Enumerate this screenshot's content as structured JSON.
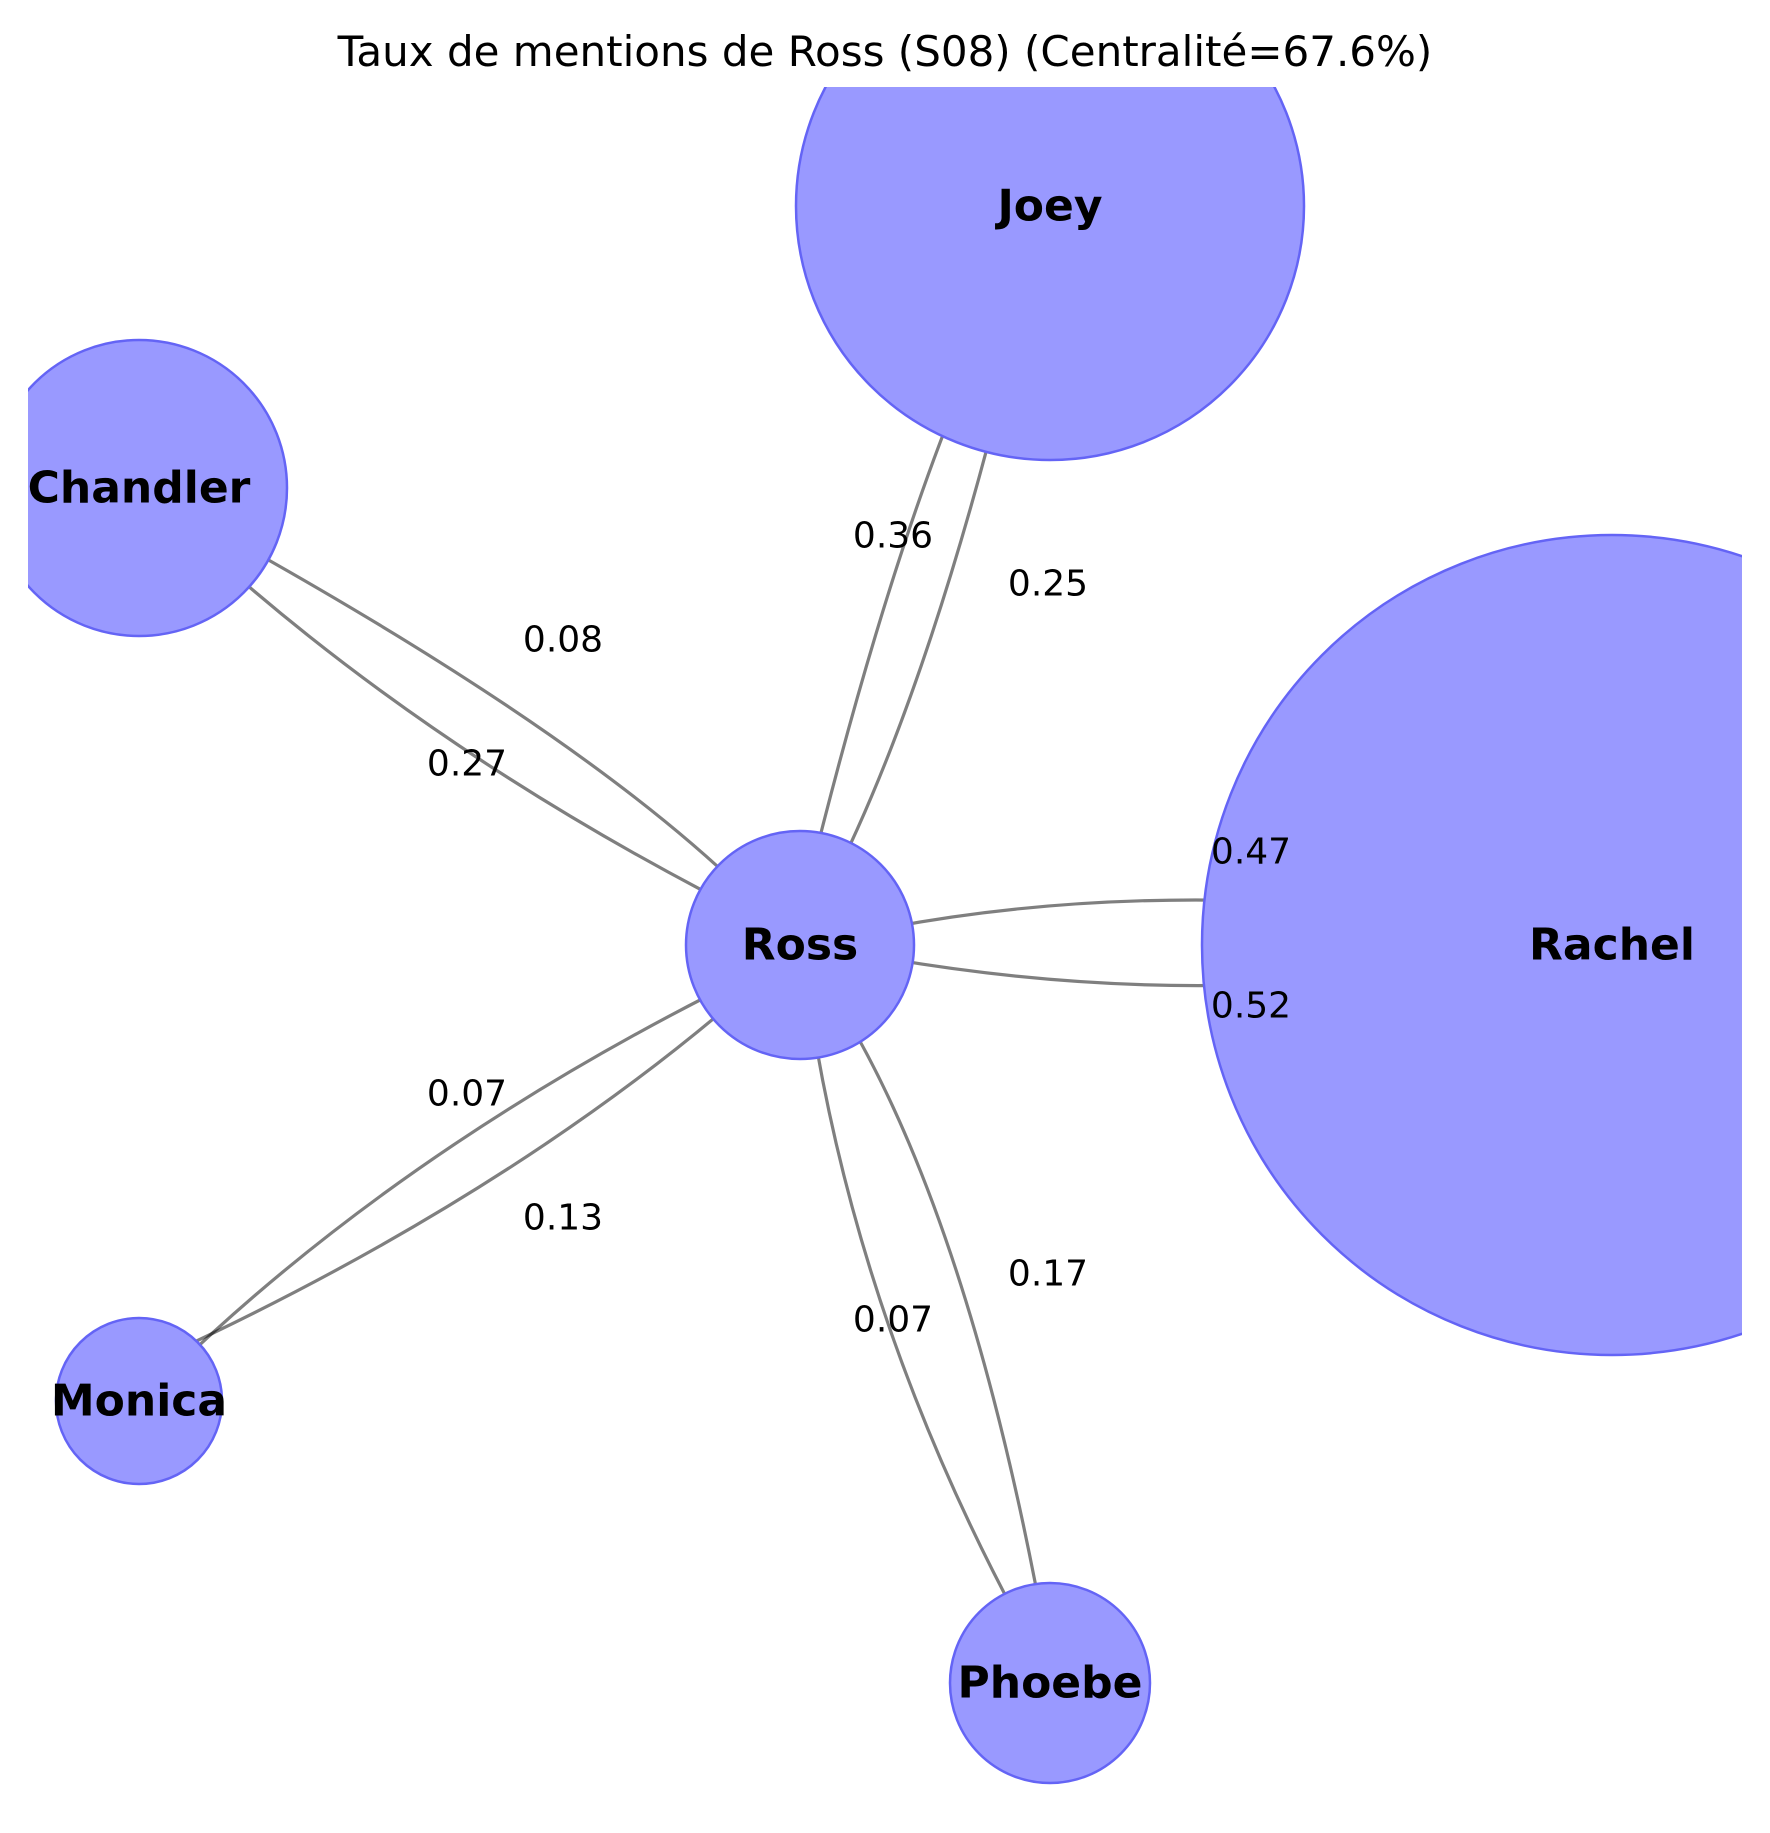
{
  "title": "Taux de mentions de Ross (S08) (Centralité=67.6%)",
  "colors": {
    "node_fill": "#9999ff",
    "node_stroke": "#6464f5",
    "edge": "#808080"
  },
  "nodes": [
    {
      "id": "Ross",
      "label": "Ross"
    },
    {
      "id": "Joey",
      "label": "Joey"
    },
    {
      "id": "Chandler",
      "label": "Chandler"
    },
    {
      "id": "Rachel",
      "label": "Rachel"
    },
    {
      "id": "Monica",
      "label": "Monica"
    },
    {
      "id": "Phoebe",
      "label": "Phoebe"
    }
  ],
  "edges": [
    {
      "source": "Ross",
      "target": "Joey",
      "weight": "0.25"
    },
    {
      "source": "Joey",
      "target": "Ross",
      "weight": "0.36"
    },
    {
      "source": "Ross",
      "target": "Chandler",
      "weight": "0.08"
    },
    {
      "source": "Chandler",
      "target": "Ross",
      "weight": "0.27"
    },
    {
      "source": "Ross",
      "target": "Rachel",
      "weight": "0.52"
    },
    {
      "source": "Rachel",
      "target": "Ross",
      "weight": "0.47"
    },
    {
      "source": "Ross",
      "target": "Monica",
      "weight": "0.07"
    },
    {
      "source": "Monica",
      "target": "Ross",
      "weight": "0.13"
    },
    {
      "source": "Ross",
      "target": "Phoebe",
      "weight": "0.07"
    },
    {
      "source": "Phoebe",
      "target": "Ross",
      "weight": "0.17"
    }
  ]
}
